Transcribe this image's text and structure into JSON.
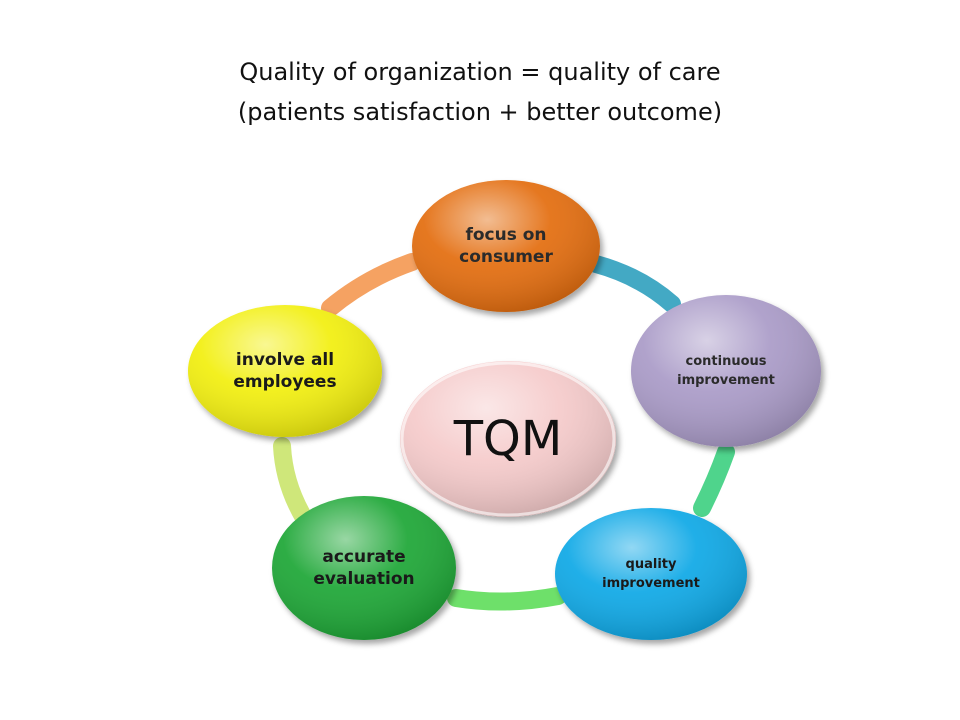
{
  "title": {
    "line1": "Quality of organization = quality of care",
    "line2": "(patients satisfaction + better outcome)"
  },
  "center": {
    "label": "TQM",
    "color": "#f5caca"
  },
  "nodes": [
    {
      "label": "focus on\nconsumer",
      "color": "#e36c0a",
      "text_color": "#2b2b2b"
    },
    {
      "label": "continuous\nimprovement",
      "color": "#a99ac7",
      "text_color": "#2b2b2b"
    },
    {
      "label": "quality\nimprovement",
      "color": "#11a8e6",
      "text_color": "#1a1a1a"
    },
    {
      "label": "accurate\nevaluation",
      "color": "#1ea636",
      "text_color": "#1a1a1a"
    },
    {
      "label": "involve all\nemployees",
      "color": "#f2ef0a",
      "text_color": "#1a1a1a"
    }
  ],
  "ring_colors": [
    "#43a9c4",
    "#4fd48c",
    "#6ee06a",
    "#cfe77a",
    "#f5a262"
  ]
}
